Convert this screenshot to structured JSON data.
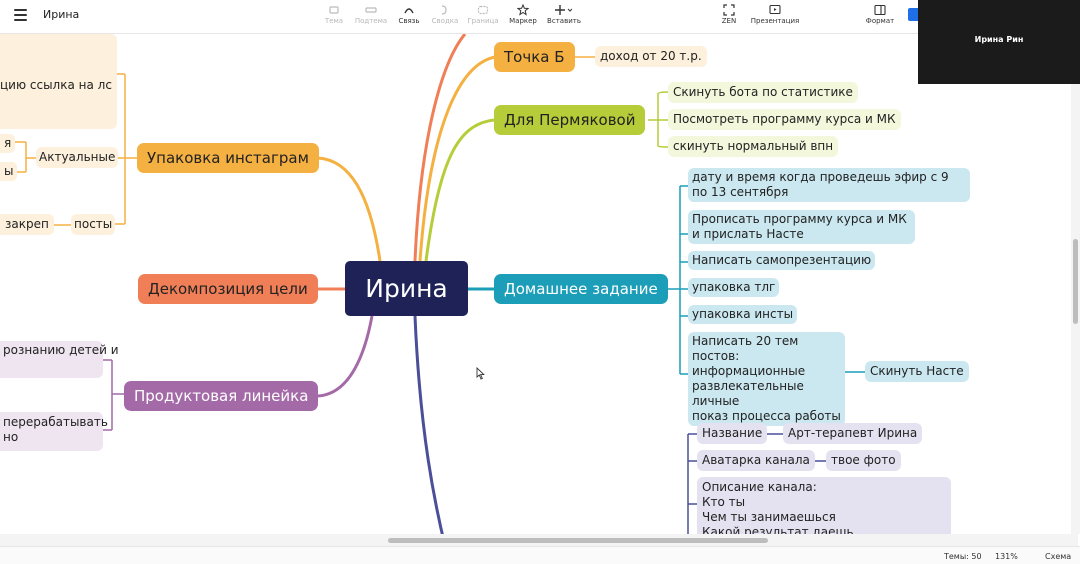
{
  "toolbar": {
    "doc_title": "Ирина",
    "tools": [
      "Тема",
      "Подтема",
      "Связь",
      "Сводка",
      "Граница",
      "Маркер",
      "Вставить",
      "ZEN",
      "Презентация",
      "Формат"
    ]
  },
  "video": {
    "participant": "Ирина Рин"
  },
  "center": "Ирина",
  "nodes": {
    "tochka_b": "Точка Б",
    "dohod": "доход от 20 т.р.",
    "permyakova": "Для Пермяковой",
    "perm1": "Скинуть бота  по статистике",
    "perm2": "Посмотреть программу курса и МК",
    "perm3": "скинуть нормальный впн",
    "homework": "Домашнее задание",
    "hw1": "дату и время когда проведешь эфир с 9 по 13 сентября",
    "hw2": "Прописать программу курса и МК и прислать Насте",
    "hw3": "Написать самопрезентацию",
    "hw4": "упаковка тлг",
    "hw5": "упаковка инсты",
    "hw6_l1": "Написать 20 тем постов:",
    "hw6_l2": "информационные",
    "hw6_l3": "развлекательные",
    "hw6_l4": "личные",
    "hw6_l5": "показ процесса работы",
    "skinut_naste": "Скинуть Насте",
    "nazvanie": "Название",
    "art": "Арт-терапевт Ирина",
    "avatarka": "Аватарка канала",
    "foto": "твое фото",
    "opis_l1": "Описание канала:",
    "opis_l2": "Кто ты",
    "opis_l3": "Чем ты занимаешься",
    "opis_l4": "Какой результат даешь",
    "instagram": "Упаковка инстаграм",
    "aktualnye": "Актуальные",
    "posty": "посты",
    "zakrep": "закреп",
    "ssylka": "цию ссылка на лс",
    "frag_ya": "я",
    "frag_y": "ы",
    "dekompoziciya": "Декомпозиция цели",
    "lineyka": "Продуктовая линейка",
    "lin1_l1": "рознанию детей и",
    "lin2_l1": "перерабатывать",
    "lin2_l2": "но"
  },
  "status": {
    "topics": "Темы: 50",
    "zoom": "131%",
    "view": "Схема"
  },
  "colors": {
    "center": "#1e2257",
    "orange": "#f5b042",
    "green": "#b6cc38",
    "teal": "#1c9db8",
    "coral": "#f07f57",
    "purple": "#a46aa8",
    "indigo": "#4b4f99"
  }
}
